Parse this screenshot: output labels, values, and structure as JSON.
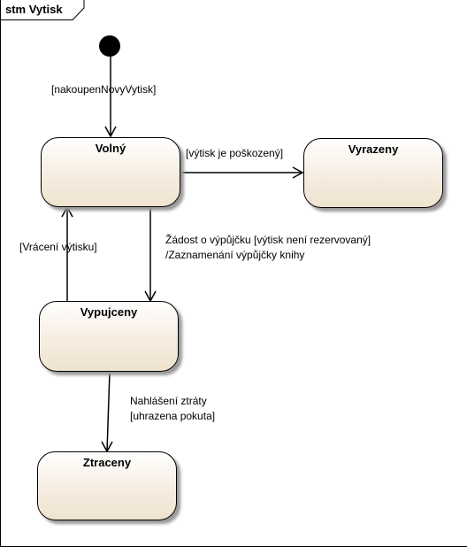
{
  "frame": {
    "title": "stm Vytisk"
  },
  "states": {
    "volny": "Volný",
    "vyrazeny": "Vyrazeny",
    "vypujceny": "Vypujceny",
    "ztraceny": "Ztraceny"
  },
  "transitions": {
    "initial": "[nakoupenNovyVytisk]",
    "volny_to_vyrazeny": "[výtisk je poškozený]",
    "volny_to_vypujceny_line1": "Žádost o výpůjčku [výtisk není rezervovaný]",
    "volny_to_vypujceny_line2": "/Zaznamenání výpůjčky knihy",
    "vypujceny_to_volny": "[Vrácení výtisku]",
    "vypujceny_to_ztraceny_line1": "Nahlášení ztráty",
    "vypujceny_to_ztraceny_line2": "[uhrazena pokuta]"
  }
}
